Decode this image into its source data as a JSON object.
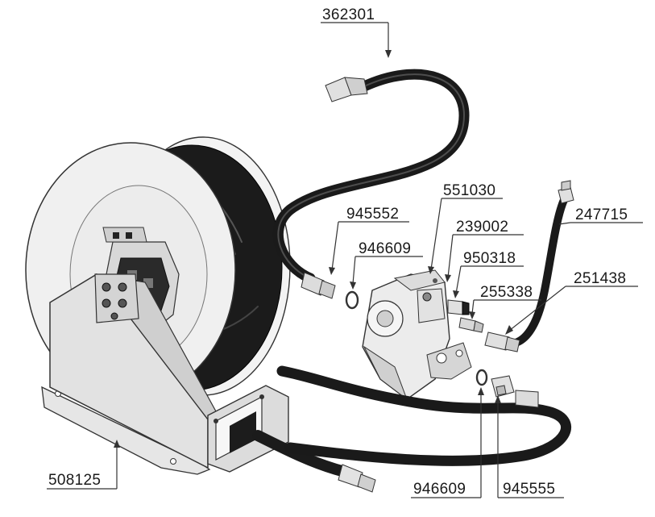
{
  "diagram": {
    "part_labels": {
      "hose_top": "362301",
      "plate": "551030",
      "fitting_upper": "945552",
      "seal_upper": "946609",
      "swivel_nut": "239002",
      "swivel_body": "950318",
      "nipple": "255338",
      "hose_short": "247715",
      "hose_fitting_right": "251438",
      "reel": "508125",
      "seal_lower": "946609",
      "fitting_lower": "945555"
    }
  }
}
